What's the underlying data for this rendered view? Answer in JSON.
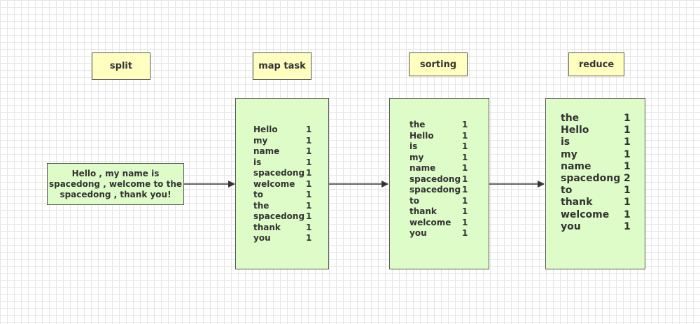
{
  "stages": {
    "split": "split",
    "map": "map task",
    "sorting": "sorting",
    "reduce": "reduce"
  },
  "input": {
    "line1": "Hello , my name is",
    "line2": "spacedong , welcome to the",
    "line3": "spacedong , thank you!"
  },
  "map_rows": [
    {
      "word": "Hello",
      "count": "1"
    },
    {
      "word": "my",
      "count": "1"
    },
    {
      "word": "name",
      "count": "1"
    },
    {
      "word": "is",
      "count": "1"
    },
    {
      "word": "spacedong",
      "count": "1"
    },
    {
      "word": "welcome",
      "count": "1"
    },
    {
      "word": "to",
      "count": "1"
    },
    {
      "word": "the",
      "count": "1"
    },
    {
      "word": "spacedong",
      "count": "1"
    },
    {
      "word": "thank",
      "count": "1"
    },
    {
      "word": "you",
      "count": "1"
    }
  ],
  "sorting_rows": [
    {
      "word": "the",
      "count": "1"
    },
    {
      "word": "Hello",
      "count": "1"
    },
    {
      "word": "is",
      "count": "1"
    },
    {
      "word": "my",
      "count": "1"
    },
    {
      "word": "name",
      "count": "1"
    },
    {
      "word": "spacedong",
      "count": "1"
    },
    {
      "word": "spacedong",
      "count": "1"
    },
    {
      "word": "to",
      "count": "1"
    },
    {
      "word": "thank",
      "count": "1"
    },
    {
      "word": "welcome",
      "count": "1"
    },
    {
      "word": "you",
      "count": "1"
    }
  ],
  "reduce_rows": [
    {
      "word": "the",
      "count": "1"
    },
    {
      "word": "Hello",
      "count": "1"
    },
    {
      "word": "is",
      "count": "1"
    },
    {
      "word": "my",
      "count": "1"
    },
    {
      "word": "name",
      "count": "1"
    },
    {
      "word": "spacedong",
      "count": "2"
    },
    {
      "word": "to",
      "count": "1"
    },
    {
      "word": "thank",
      "count": "1"
    },
    {
      "word": "welcome",
      "count": "1"
    },
    {
      "word": "you",
      "count": "1"
    }
  ]
}
